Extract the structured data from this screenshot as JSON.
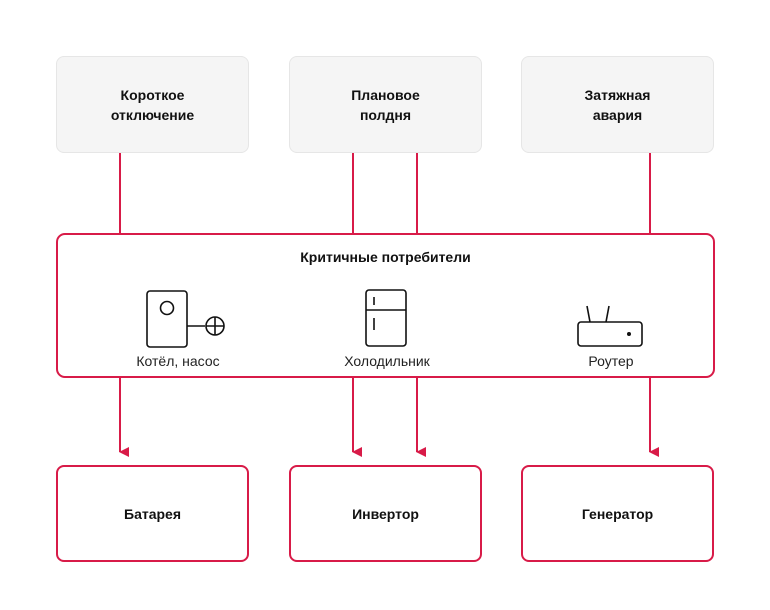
{
  "sources": [
    {
      "label": "Короткое\nотключение"
    },
    {
      "label": "Плановое\nполдня"
    },
    {
      "label": "Затяжная\nавария"
    }
  ],
  "critical": {
    "title": "Критичные потребители",
    "devices": [
      {
        "label": "Котёл, насос",
        "icon": "boiler-pump-icon"
      },
      {
        "label": "Холодильник",
        "icon": "fridge-icon"
      },
      {
        "label": "Роутер",
        "icon": "router-icon"
      }
    ]
  },
  "solutions": [
    {
      "label": "Батарея"
    },
    {
      "label": "Инвертор"
    },
    {
      "label": "Генератор"
    }
  ],
  "colors": {
    "accent": "#d81b48",
    "source_fill": "#f5f5f5",
    "text": "#111111"
  }
}
